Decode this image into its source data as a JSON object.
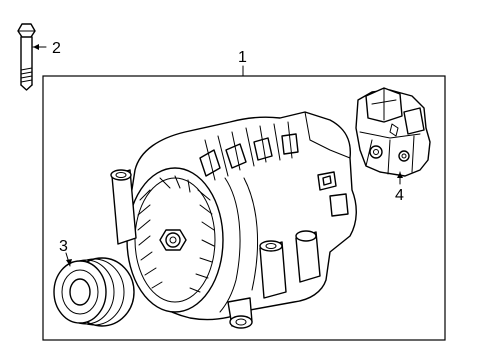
{
  "callouts": {
    "alternator": "1",
    "bolt": "2",
    "pulley": "3",
    "regulator": "4"
  },
  "colors": {
    "line": "#000000",
    "background": "#ffffff"
  }
}
